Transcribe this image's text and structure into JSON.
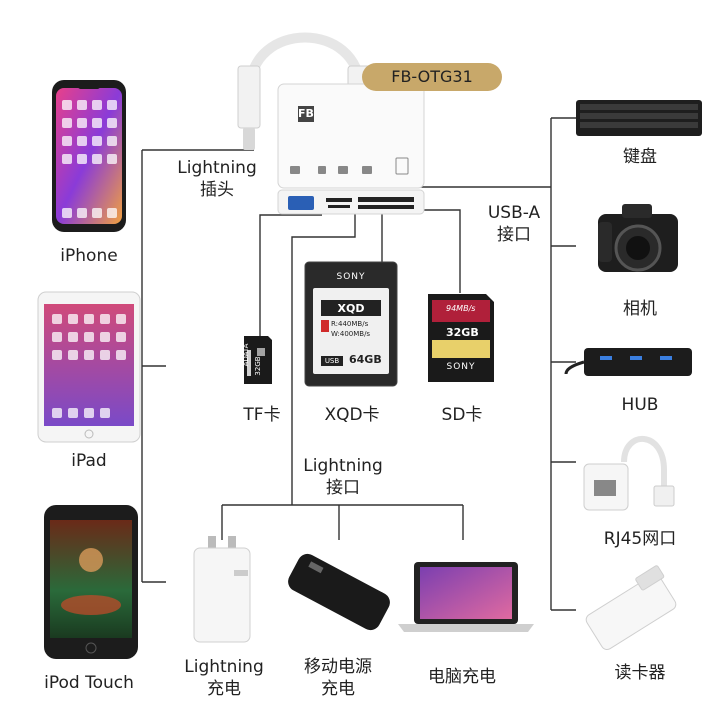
{
  "product": {
    "model": "FB-OTG31",
    "brand_mark": "FB"
  },
  "connectors": {
    "lightning_plug": [
      "Lightning",
      "插头"
    ],
    "usb_a_port": [
      "USB-A",
      "接口"
    ],
    "lightning_port": [
      "Lightning",
      "接口"
    ]
  },
  "devices": [
    {
      "id": "iphone",
      "label": "iPhone"
    },
    {
      "id": "ipad",
      "label": "iPad"
    },
    {
      "id": "ipod",
      "label": "iPod Touch"
    }
  ],
  "cards": [
    {
      "id": "tf",
      "label": "TF卡",
      "print": [
        "ADATA",
        "32GB"
      ]
    },
    {
      "id": "xqd",
      "label": "XQD卡",
      "print": [
        "SONY",
        "XQD",
        "R:440MB/s",
        "W:400MB/s",
        "USB",
        "64GB"
      ]
    },
    {
      "id": "sd",
      "label": "SD卡",
      "print": [
        "94MB/s",
        "32GB",
        "SONY"
      ]
    }
  ],
  "chargers": [
    {
      "id": "wall",
      "label": [
        "Lightning",
        "充电"
      ]
    },
    {
      "id": "powerbank",
      "label": [
        "移动电源",
        "充电"
      ]
    },
    {
      "id": "computer",
      "label": [
        "电脑充电"
      ]
    }
  ],
  "usb_devices": [
    {
      "id": "keyboard",
      "label": "键盘"
    },
    {
      "id": "camera",
      "label": "相机"
    },
    {
      "id": "hub",
      "label": "HUB"
    },
    {
      "id": "rj45",
      "label": "RJ45网口"
    },
    {
      "id": "reader",
      "label": "读卡器"
    }
  ],
  "colors": {
    "line": "#333333",
    "badge": "#c8a86a",
    "device_dark": "#1c1c1c"
  }
}
